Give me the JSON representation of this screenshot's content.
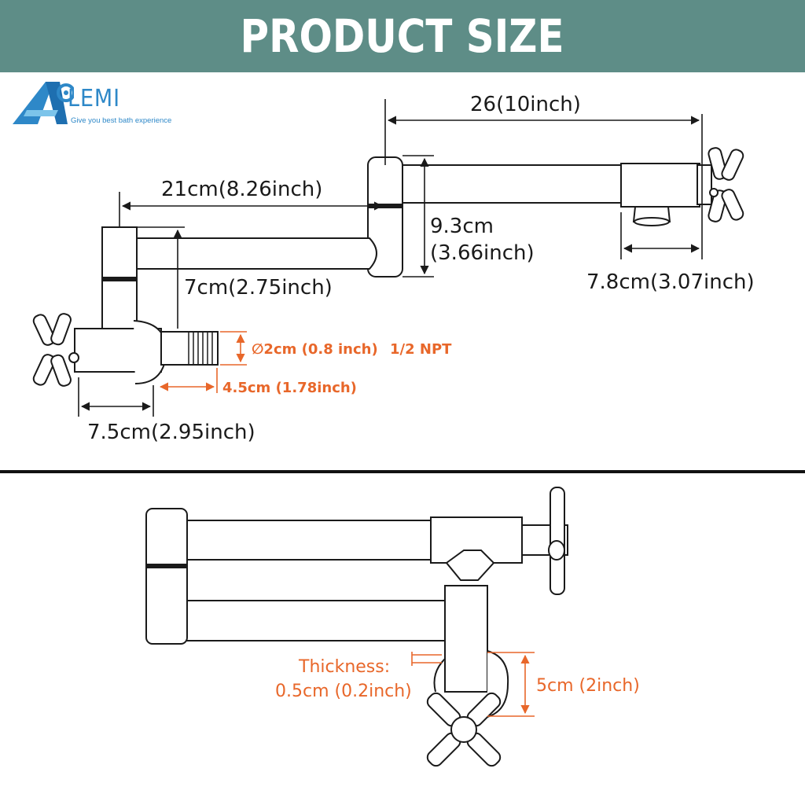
{
  "header": {
    "title": "PRODUCT SIZE",
    "background": "#5e8d87"
  },
  "brand": {
    "name": "LEMI",
    "tagline": "Give you best bath experience",
    "color": "#2e88c8"
  },
  "colors": {
    "dimension_black": "#1a1a1a",
    "dimension_orange": "#e8672a"
  },
  "top_view": {
    "dimensions": {
      "reach": "26(10inch)",
      "arm_length": "21cm(8.26inch)",
      "height_line1": "9.3cm",
      "height_line2": "(3.66inch)",
      "riser": "7cm(2.75inch)",
      "spout_body": "7.8cm(3.07inch)",
      "base_width": "7.5cm(2.95inch)",
      "inlet_diameter": "∅2cm (0.8 inch)",
      "thread": "1/2 NPT",
      "inlet_length": "4.5cm (1.78inch)"
    }
  },
  "bottom_view": {
    "dimensions": {
      "thickness_label": "Thickness:",
      "thickness_value": "0.5cm (0.2inch)",
      "flange": "5cm (2inch)"
    }
  }
}
